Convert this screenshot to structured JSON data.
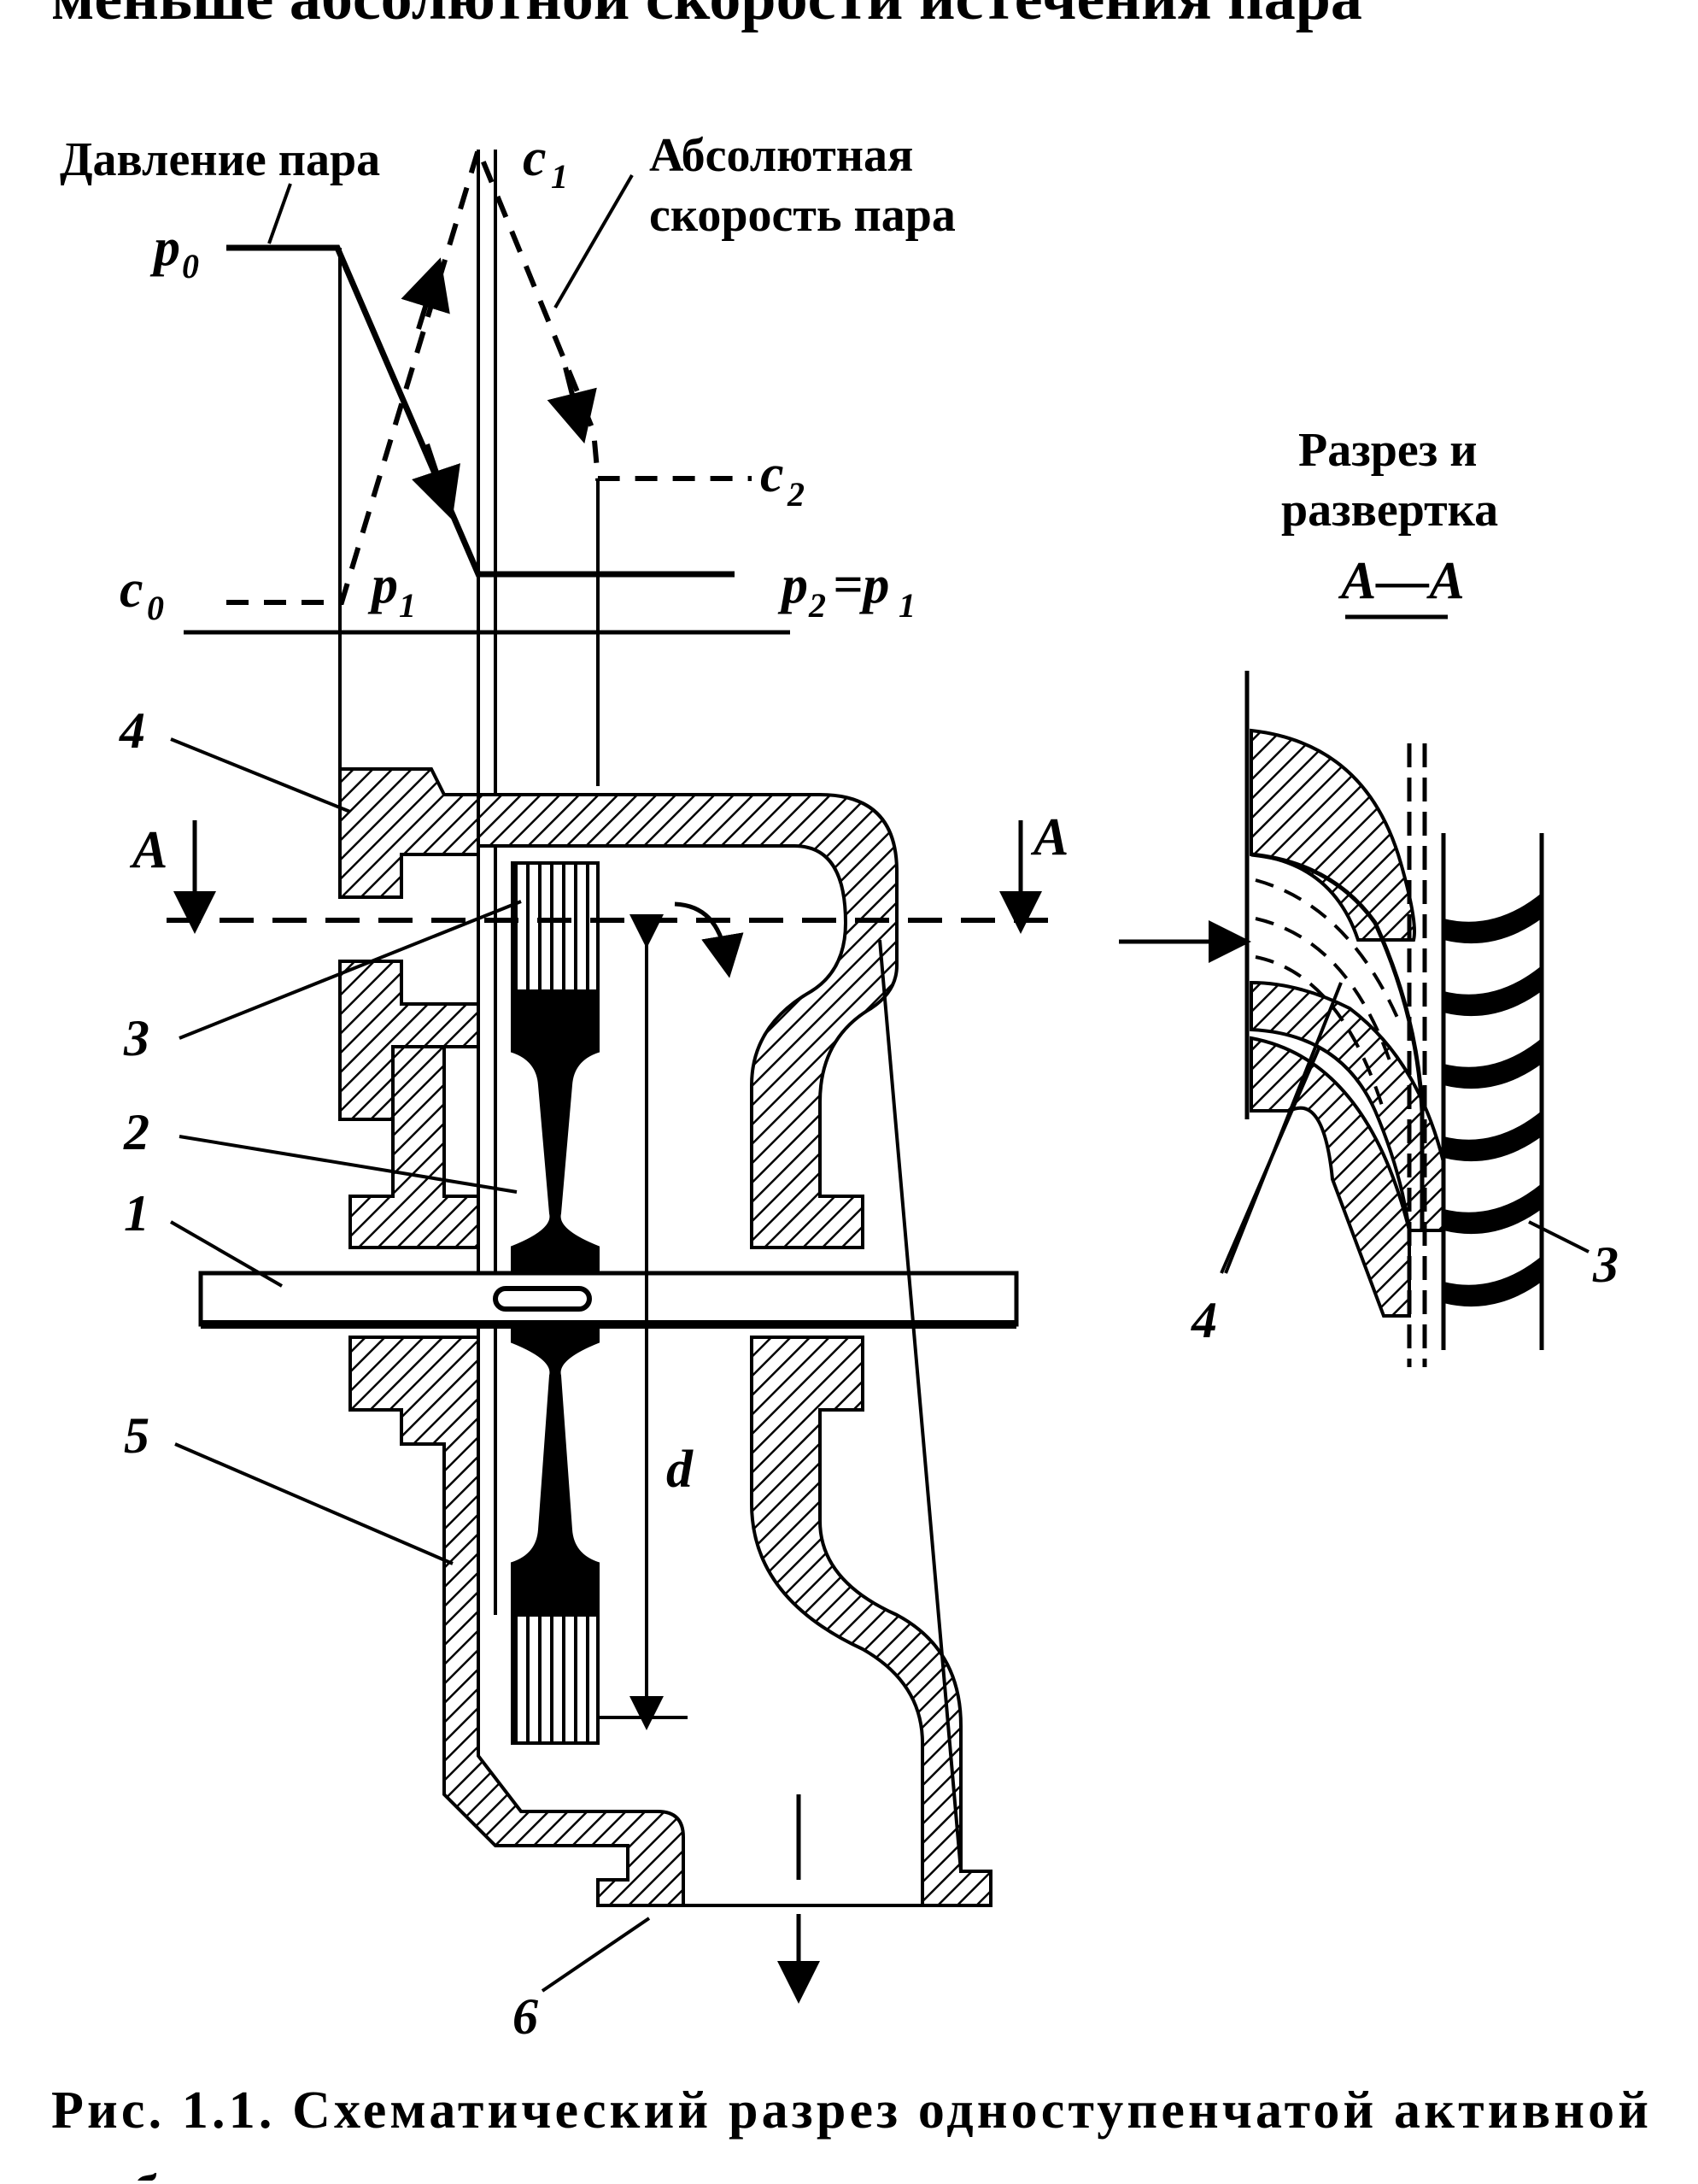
{
  "header_fragment": "меньше абсолютной скорости истечения пара",
  "labels": {
    "pressure": "Давление пара",
    "velocity_line1": "Абсолютная",
    "velocity_line2": "скорость пара",
    "section_line1": "Разрез и",
    "section_line2": "развертка",
    "section_aa": "А—А",
    "section_mark": "А",
    "diameter": "d"
  },
  "symbols": {
    "p0": "p",
    "p0_sub": "0",
    "p1": "p",
    "p1_sub": "1",
    "p2": "p",
    "p2_sub": "2",
    "p2_eq": "=p",
    "p2_eq_sub": "1",
    "c0": "c",
    "c0_sub": "0",
    "c1": "c",
    "c1_sub": "1",
    "c2": "c",
    "c2_sub": "2"
  },
  "parts": {
    "n1": "1",
    "n2": "2",
    "n3": "3",
    "n4": "4",
    "n5": "5",
    "n6": "6",
    "n3_right": "3",
    "n4_right": "4"
  },
  "caption": "Рис. 1.1. Схематический разрез одноступенчатой активной",
  "caption_cont": "турбины"
}
